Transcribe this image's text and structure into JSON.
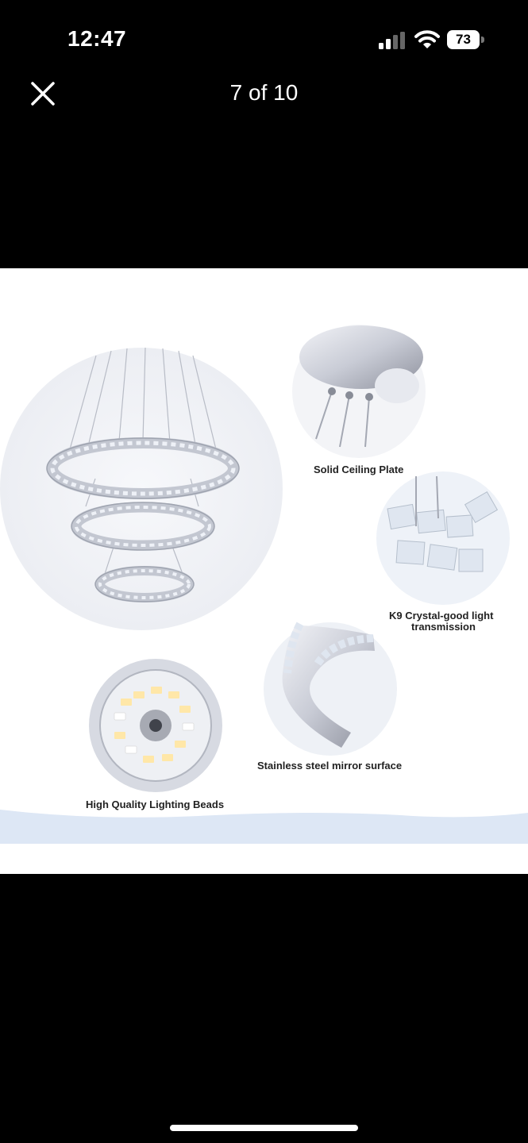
{
  "status_bar": {
    "time": "12:47",
    "battery_level": "73"
  },
  "viewer": {
    "counter": "7 of 10"
  },
  "product_image": {
    "labels": {
      "ceiling_plate": "Solid Ceiling Plate",
      "k9_line1": "K9 Crystal-good light",
      "k9_line2": "transmission",
      "stainless": "Stainless steel mirror surface",
      "beads": "High Quality Lighting Beads"
    }
  }
}
